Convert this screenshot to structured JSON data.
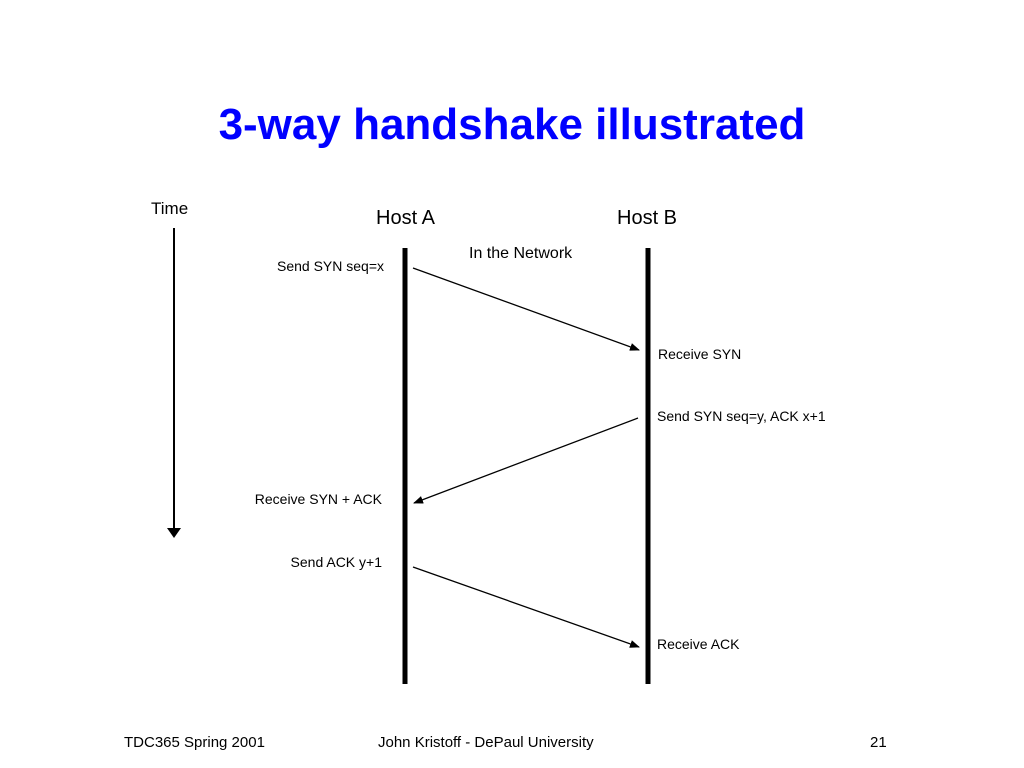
{
  "slide": {
    "title": "3-way handshake illustrated"
  },
  "diagram": {
    "time_label": "Time",
    "host_a": "Host A",
    "host_b": "Host B",
    "network_label": "In the Network",
    "events": {
      "a_send_syn": "Send SYN seq=x",
      "b_receive_syn": "Receive SYN",
      "b_send_syn_ack": "Send SYN seq=y, ACK x+1",
      "a_receive_syn_ack": "Receive SYN + ACK",
      "a_send_ack": "Send ACK y+1",
      "b_receive_ack": "Receive ACK"
    }
  },
  "footer": {
    "left": "TDC365 Spring 2001",
    "center": "John Kristoff - DePaul University",
    "page": "21"
  },
  "colors": {
    "title": "#0000ff",
    "lines": "#000000",
    "background": "#ffffff"
  }
}
